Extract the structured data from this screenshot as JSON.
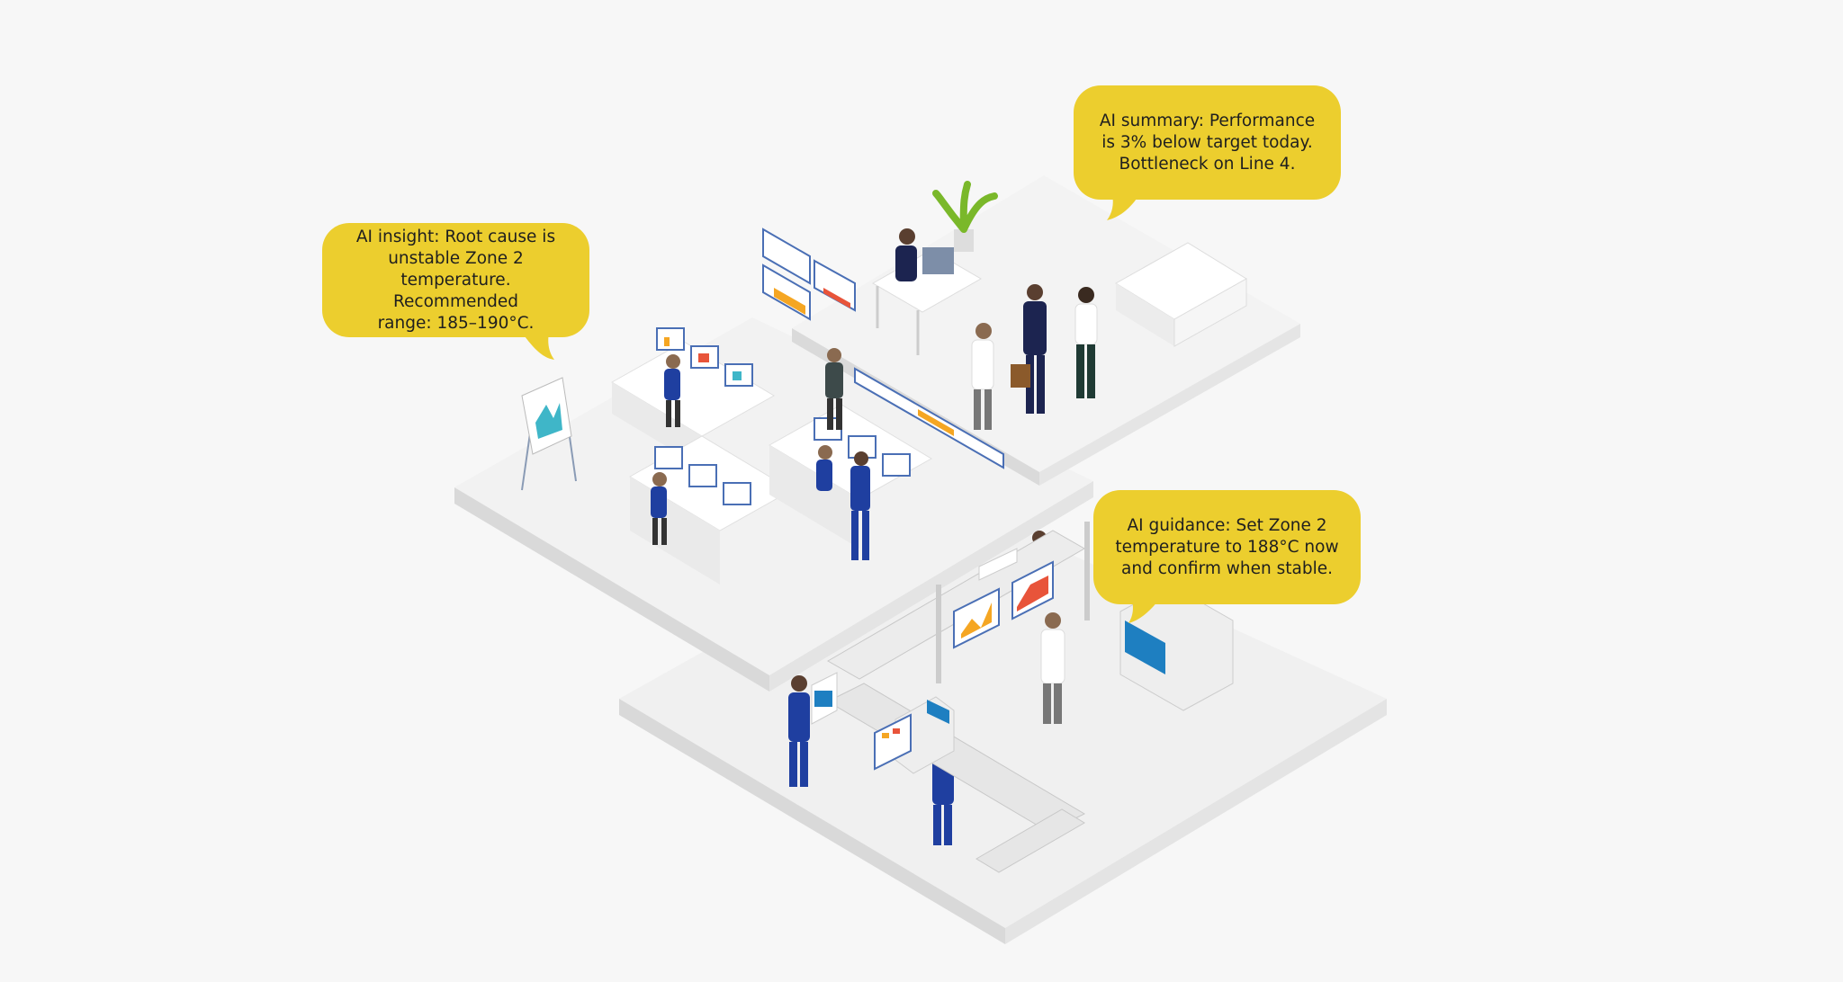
{
  "bubbles": {
    "insight": {
      "lines": [
        "AI insight: Root cause is",
        "unstable Zone 2 temperature.",
        "Recommended",
        "range: 185–190°C."
      ]
    },
    "summary": {
      "lines": [
        "AI summary: Performance",
        "is 3% below target today.",
        "Bottleneck on Line 4."
      ]
    },
    "guidance": {
      "lines": [
        "AI guidance: Set Zone 2",
        "temperature to 188°C now",
        "and confirm when stable."
      ]
    }
  },
  "colors": {
    "background": "#f7f7f7",
    "bubble": "#ecce2e",
    "workwear": "#1f3fa0",
    "screen_accent": "#f5a623"
  }
}
